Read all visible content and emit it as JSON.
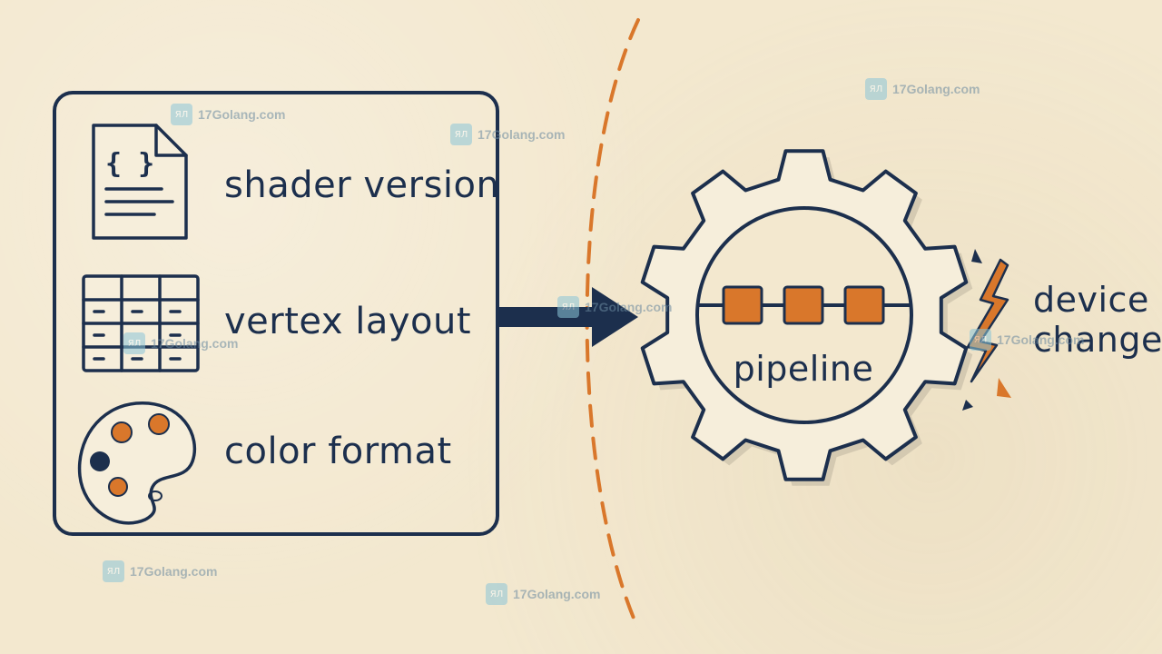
{
  "inputs": {
    "items": [
      {
        "label": "shader version",
        "icon": "document-code-icon"
      },
      {
        "label": "vertex layout",
        "icon": "table-grid-icon"
      },
      {
        "label": "color format",
        "icon": "color-palette-icon"
      }
    ]
  },
  "pipeline": {
    "label": "pipeline",
    "icon": "gear-icon"
  },
  "event": {
    "line1": "device",
    "line2": "change",
    "icon": "lightning-crack-icon"
  },
  "watermark": {
    "text": "17Golang.com",
    "logo_text": "ЯЛ"
  },
  "colors": {
    "ink": "#1c2f4d",
    "accent": "#d9772b",
    "background": "#f3e8cf"
  }
}
